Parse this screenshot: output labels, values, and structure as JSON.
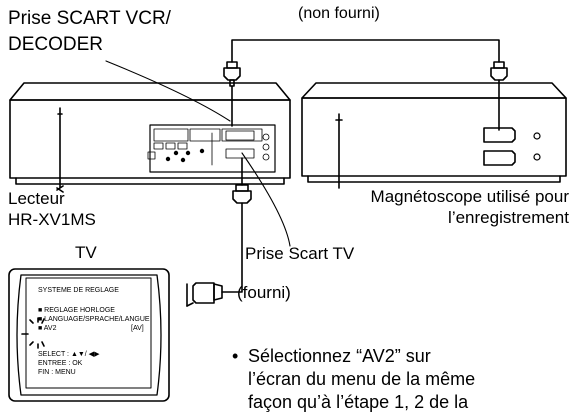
{
  "labels": {
    "scart_vcr_decoder_line1": "Prise SCART VCR/",
    "scart_vcr_decoder_line2": "DECODER",
    "not_supplied": "(non fourni)",
    "player_line1": "Lecteur",
    "player_line2": "HR-XV1MS",
    "recording_vcr_line1": "Magnétoscope utilisé pour",
    "recording_vcr_line2": "l’enregistrement",
    "tv": "TV",
    "tv_scart": "Prise Scart TV",
    "supplied": "(fourni)"
  },
  "osd": {
    "title": "SYSTEME DE REGLAGE",
    "item1": "■ REGLAGE HORLOGE",
    "item2": "■ LANGUAGE/SPRACHE/LANGUE",
    "item3_label": "■ AV2",
    "item3_value": "[AV]",
    "select": "SELECT : ▲▼/ ◀▶",
    "enter": "ENTREE : OK",
    "end": "FIN      : MENU"
  },
  "instruction": {
    "bullet": "•",
    "line1": "Sélectionnez “AV2” sur",
    "line2": "l’écran du menu de la même",
    "line3": "façon qu’à l’étape 1, 2 de la"
  }
}
